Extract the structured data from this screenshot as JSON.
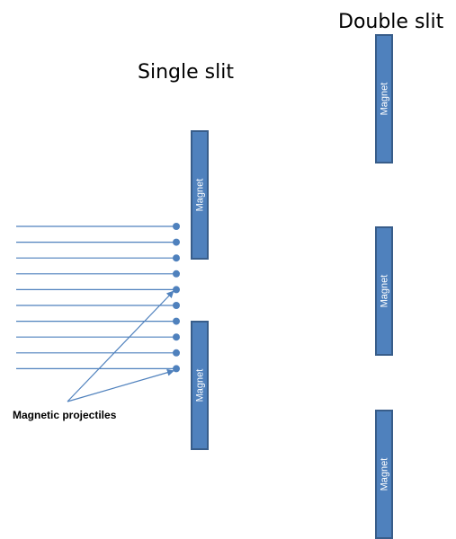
{
  "titles": {
    "double_slit": "Double slit",
    "single_slit": "Single slit"
  },
  "magnet_label": "Magnet",
  "projectiles_label": "Magnetic projectiles",
  "colors": {
    "magnet_fill": "#4f81bd",
    "magnet_border": "#385d8a",
    "line": "#4f81bd",
    "text": "#000000"
  }
}
